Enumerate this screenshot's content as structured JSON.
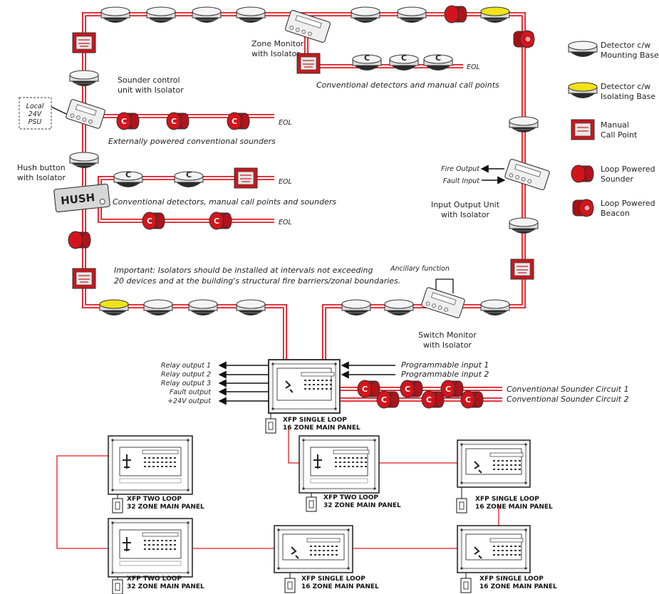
{
  "colors": {
    "loop": "#e21b22",
    "sounder": "#d4141b",
    "yellow": "#f2e21a",
    "outline": "#333333"
  },
  "labels": {
    "zone_monitor": [
      "Zone Monitor",
      "with Isolator"
    ],
    "sounder_control": [
      "Sounder control",
      "unit with Isolator"
    ],
    "local_psu": [
      "Local",
      "24V",
      "PSU"
    ],
    "ext_sounders": "Externally powered conventional sounders",
    "hush_button": [
      "Hush button",
      "with Isolator"
    ],
    "hush_text": "HUSH",
    "conv_mixed": "Conventional detectors, manual call points and sounders",
    "conv_det_mcp": "Conventional detectors and manual call points",
    "eol": "EOL",
    "fire_output": "Fire Output",
    "fault_input": "Fault Input",
    "io_unit": [
      "Input Output Unit",
      "with Isolator"
    ],
    "important": [
      "Important:  Isolators should be installed at intervals not exceeding",
      "20 devices and at the building's structural fire barriers/zonal boundaries."
    ],
    "ancillary": "Ancillary function",
    "switch_monitor": [
      "Switch Monitor",
      "with Isolator"
    ],
    "relay_outputs": [
      "Relay output 1",
      "Relay output 2",
      "Relay output 3",
      "Fault output",
      "+24V output"
    ],
    "prog_inputs": [
      "Programmable input 1",
      "Programmable input 2"
    ],
    "sounder_circuits": [
      "Conventional Sounder Circuit 1",
      "Conventional Sounder Circuit 2"
    ],
    "c_letter": "C"
  },
  "legend": [
    {
      "icon": "detector-white",
      "lines": [
        "Detector c/w",
        "Mounting Base"
      ]
    },
    {
      "icon": "detector-yellow",
      "lines": [
        "Detector c/w",
        "Isolating Base"
      ]
    },
    {
      "icon": "call-point",
      "lines": [
        "Manual",
        "Call Point"
      ]
    },
    {
      "icon": "sounder",
      "lines": [
        "Loop Powered",
        "Sounder"
      ]
    },
    {
      "icon": "beacon",
      "lines": [
        "Loop Powered",
        "Beacon"
      ]
    }
  ],
  "panels": [
    {
      "id": "main",
      "lines": [
        "XFP SINGLE LOOP",
        "16 ZONE MAIN PANEL"
      ]
    },
    {
      "id": "p1",
      "lines": [
        "XFP TWO LOOP",
        "32 ZONE MAIN PANEL"
      ]
    },
    {
      "id": "p2",
      "lines": [
        "XFP TWO LOOP",
        "32 ZONE MAIN PANEL"
      ]
    },
    {
      "id": "p3",
      "lines": [
        "XFP SINGLE LOOP",
        "16 ZONE MAIN PANEL"
      ]
    },
    {
      "id": "p4",
      "lines": [
        "XFP TWO LOOP",
        "32 ZONE MAIN PANEL"
      ]
    },
    {
      "id": "p5",
      "lines": [
        "XFP SINGLE LOOP",
        "16 ZONE MAIN PANEL"
      ]
    },
    {
      "id": "p6",
      "lines": [
        "XFP SINGLE LOOP",
        "16 ZONE MAIN PANEL"
      ]
    }
  ]
}
